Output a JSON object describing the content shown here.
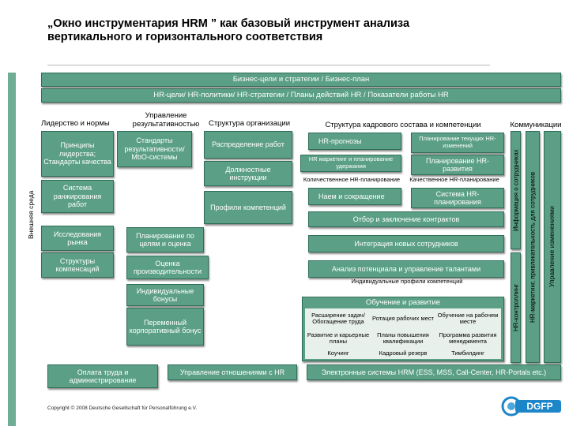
{
  "title": "„Окно инструментария HRM ” как базовый инструмент анализа вертикального и горизонтального соответствия",
  "bars": {
    "business": "Бизнес-цели и стратегии / Бизнес-план",
    "hr": "HR-цели/ HR-политики/ HR-стратегии / Планы действий HR / Показатели работы HR"
  },
  "side_labels": {
    "external": "Внешняя среда",
    "info": "Информация о сотрудниках",
    "controlling": "HR-контроллинг",
    "marketing": "HR-маркетинг, привлекательность для сотрудников",
    "change": "Управление изменениями"
  },
  "headers": {
    "leadership": "Лидерство и нормы",
    "performance": "Управление результативностью",
    "structure": "Структура организации",
    "staff": "Структура кадрового состава и компетенции",
    "communications": "Коммуникации"
  },
  "boxes": {
    "principles": "Принципы лидерства; Стандарты качества",
    "standards": "Стандарты результативности/ MbO-системы",
    "distribution": "Распределение работ",
    "job_desc": "Должностные инструкции",
    "ranking": "Система ранжирования работ",
    "profiles": "Профили компетенций",
    "market": "Исследования рынка",
    "goals_planning": "Планирование по целям и оценка",
    "comp_structures": "Структуры компенсаций",
    "evaluation": "Оценка производительности",
    "bonus_ind": "Индивидуальные бонусы",
    "bonus_corp": "Переменный корпоративный бонус",
    "payroll": "Оплата труда и администрирование",
    "relations": "Управление отношениями с HR",
    "forecasts": "HR-прогнозы",
    "current_needs": "Планирование текущих HR-изменений",
    "marketing_plan": "HR маркетинг и планирование удержания",
    "dev_plan": "Планирование HR-развития",
    "hire": "Наем и сокращение",
    "plan_system": "Система HR-планирования",
    "selection": "Отбор и заключение контрактов",
    "integration": "Интеграция новых сотрудников",
    "talents": "Анализ потенциала и управление талантами",
    "training": "Обучение и развитие",
    "ess": "Электронные системы HRM (ESS, MSS, Call-Center, HR-Portals etc.)"
  },
  "plain_labels": {
    "quantitative": "Количественное HR-планирование",
    "qualitative": "Качественное HR-планирование",
    "individual_profiles": "Индивидуальные профили компетенций"
  },
  "training_grid": [
    [
      "Расширение задач/ Обогащение труда",
      "Ротация рабочих мест",
      "Обучение на рабочем месте"
    ],
    [
      "Развитие и карьерные планы",
      "Планы повышения квалификации",
      "Программа развития менеджмента"
    ],
    [
      "Коучинг",
      "Кадровый резерв",
      "Тимбилдинг"
    ]
  ],
  "footer": {
    "copyright": "Copyright © 2008 Deutsche Gesellschaft für Personalführung e.V.",
    "logo": "DGFP"
  },
  "colors": {
    "box": "#5b9f86",
    "box_border": "#2f6e58",
    "left_bar": "#6fae95",
    "grid": "#e8f0ec"
  }
}
